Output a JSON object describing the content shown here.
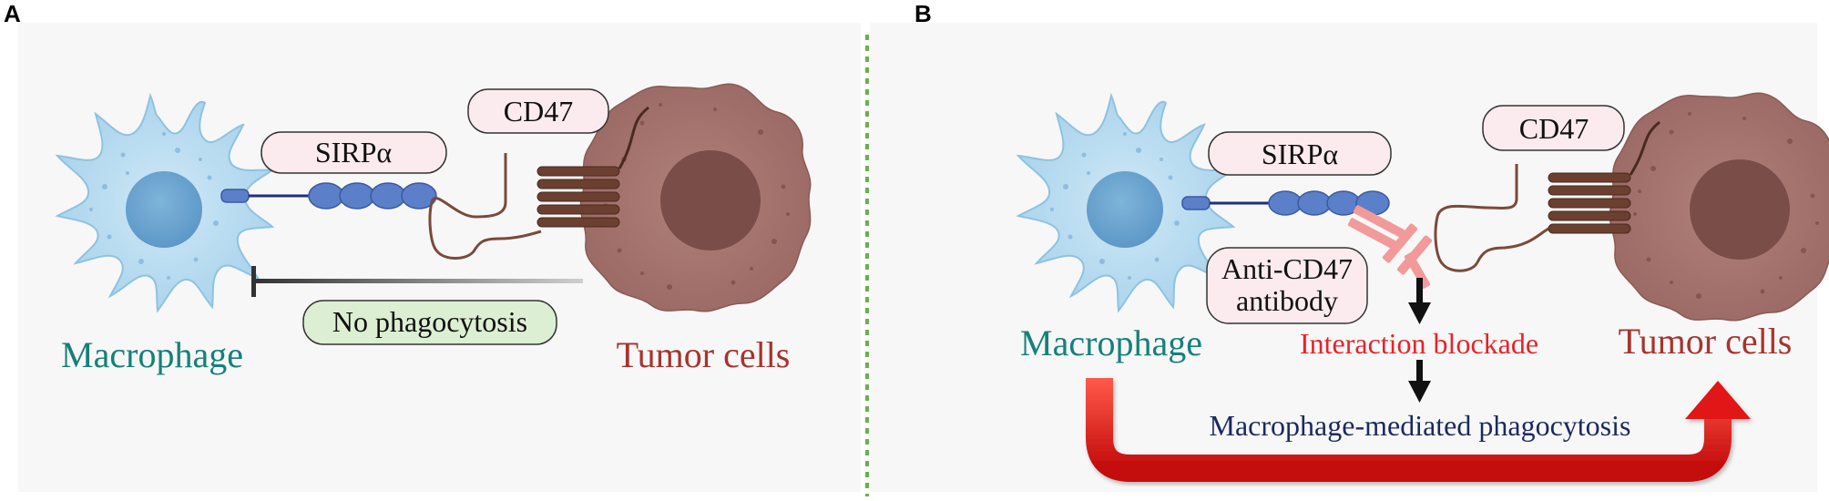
{
  "panels": {
    "a": {
      "letter": "A",
      "macrophage_label": "Macrophage",
      "tumor_label": "Tumor cells",
      "receptor_label": "SIRPα",
      "ligand_label": "CD47",
      "outcome_label": "No phagocytosis"
    },
    "b": {
      "letter": "B",
      "macrophage_label": "Macrophage",
      "tumor_label": "Tumor cells",
      "receptor_label": "SIRPα",
      "ligand_label": "CD47",
      "antibody_label_line1": "Anti-CD47",
      "antibody_label_line2": "antibody",
      "blockade_label": "Interaction blockade",
      "outcome_label": "Macrophage-mediated phagocytosis"
    }
  },
  "colors": {
    "macrophage_text": "#16807a",
    "tumor_text": "#a8332e",
    "blockade_text": "#e8222a",
    "phagocytosis_text": "#1a2a5e",
    "divider": "#6ab04c",
    "arrow_red": "#e11414",
    "macrophage_fill": "#b8dcef",
    "tumor_fill": "#a4716a",
    "antibody": "#f29a9a",
    "no_phago_pill": "#dcefd2"
  }
}
